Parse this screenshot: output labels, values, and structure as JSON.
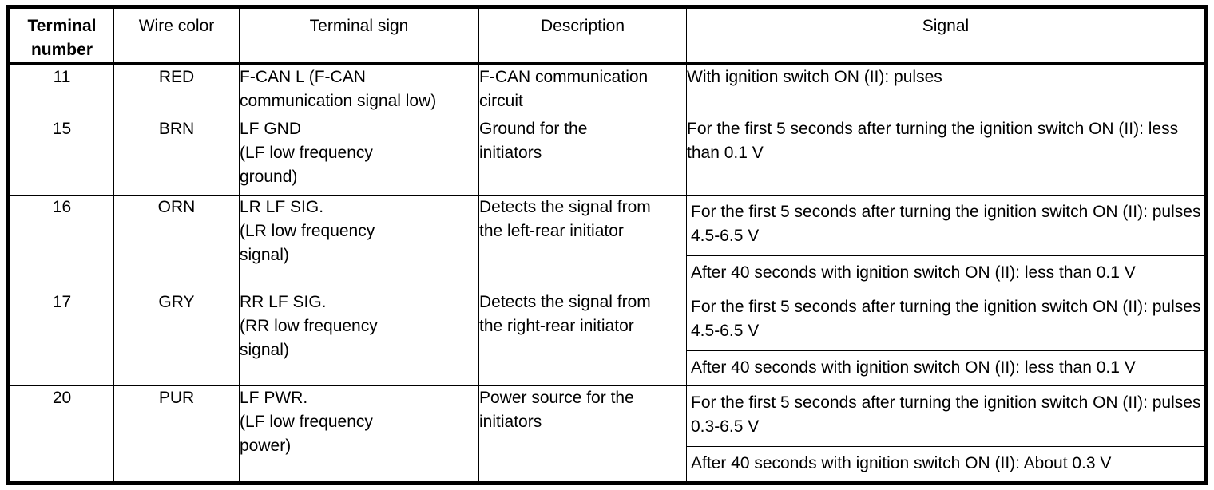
{
  "table": {
    "headers": {
      "terminal_number": "Terminal\nnumber",
      "terminal_number_line1": "Terminal",
      "terminal_number_line2": "number",
      "wire_color": "Wire color",
      "terminal_sign": "Terminal sign",
      "description": "Description",
      "signal": "Signal"
    },
    "rows": [
      {
        "terminal_number": "11",
        "wire_color": "RED",
        "terminal_sign": "F-CAN L (F-CAN communication signal low)",
        "terminal_sign_lines": [
          "F-CAN L (F-CAN",
          "communication signal low)"
        ],
        "description": "F-CAN communication circuit",
        "description_lines": [
          "F-CAN communication",
          "circuit"
        ],
        "signals": [
          "With ignition switch ON (II): pulses"
        ]
      },
      {
        "terminal_number": "15",
        "wire_color": "BRN",
        "terminal_sign": "LF GND (LF low   frequency ground)",
        "terminal_sign_lines": [
          "LF GND",
          "(LF low   frequency",
          "ground)"
        ],
        "description": "Ground for the initiators",
        "description_lines": [
          "Ground for the",
          "initiators"
        ],
        "signals": [
          "For the first 5 seconds after turning the ignition switch ON (II): less than 0.1 V"
        ]
      },
      {
        "terminal_number": "16",
        "wire_color": "ORN",
        "terminal_sign": "LR LF SIG. (LR low   frequency signal)",
        "terminal_sign_lines": [
          "LR LF SIG.",
          "(LR low   frequency",
          "signal)"
        ],
        "description": "Detects the signal from the left-rear initiator",
        "description_lines": [
          "Detects the signal from",
          "the left-rear initiator"
        ],
        "signals": [
          "For the first 5 seconds after turning the ignition switch ON (II): pulses 4.5-6.5 V",
          "After 40 seconds with ignition switch ON (II): less than 0.1 V"
        ]
      },
      {
        "terminal_number": "17",
        "wire_color": "GRY",
        "terminal_sign": "RR LF SIG. (RR low   frequency signal)",
        "terminal_sign_lines": [
          "RR LF SIG.",
          "(RR low   frequency",
          "signal)"
        ],
        "description": "Detects the signal from the right-rear initiator",
        "description_lines": [
          "Detects the signal from",
          "the right-rear initiator"
        ],
        "signals": [
          "For the first 5 seconds after turning the ignition switch ON (II): pulses 4.5-6.5 V",
          "After 40 seconds with ignition switch ON (II): less than 0.1 V"
        ]
      },
      {
        "terminal_number": "20",
        "wire_color": "PUR",
        "terminal_sign": "LF PWR. (LF low   frequency power)",
        "terminal_sign_lines": [
          "LF PWR.",
          "(LF low   frequency",
          "power)"
        ],
        "description": "Power source for the initiators",
        "description_lines": [
          "Power source for the",
          "initiators"
        ],
        "signals": [
          "For the first 5 seconds after turning the ignition switch ON (II): pulses 0.3-6.5 V",
          "After 40 seconds with ignition switch ON (II): About 0.3 V"
        ]
      }
    ]
  },
  "colors": {
    "border": "#000000",
    "background": "#ffffff",
    "text": "#000000"
  }
}
